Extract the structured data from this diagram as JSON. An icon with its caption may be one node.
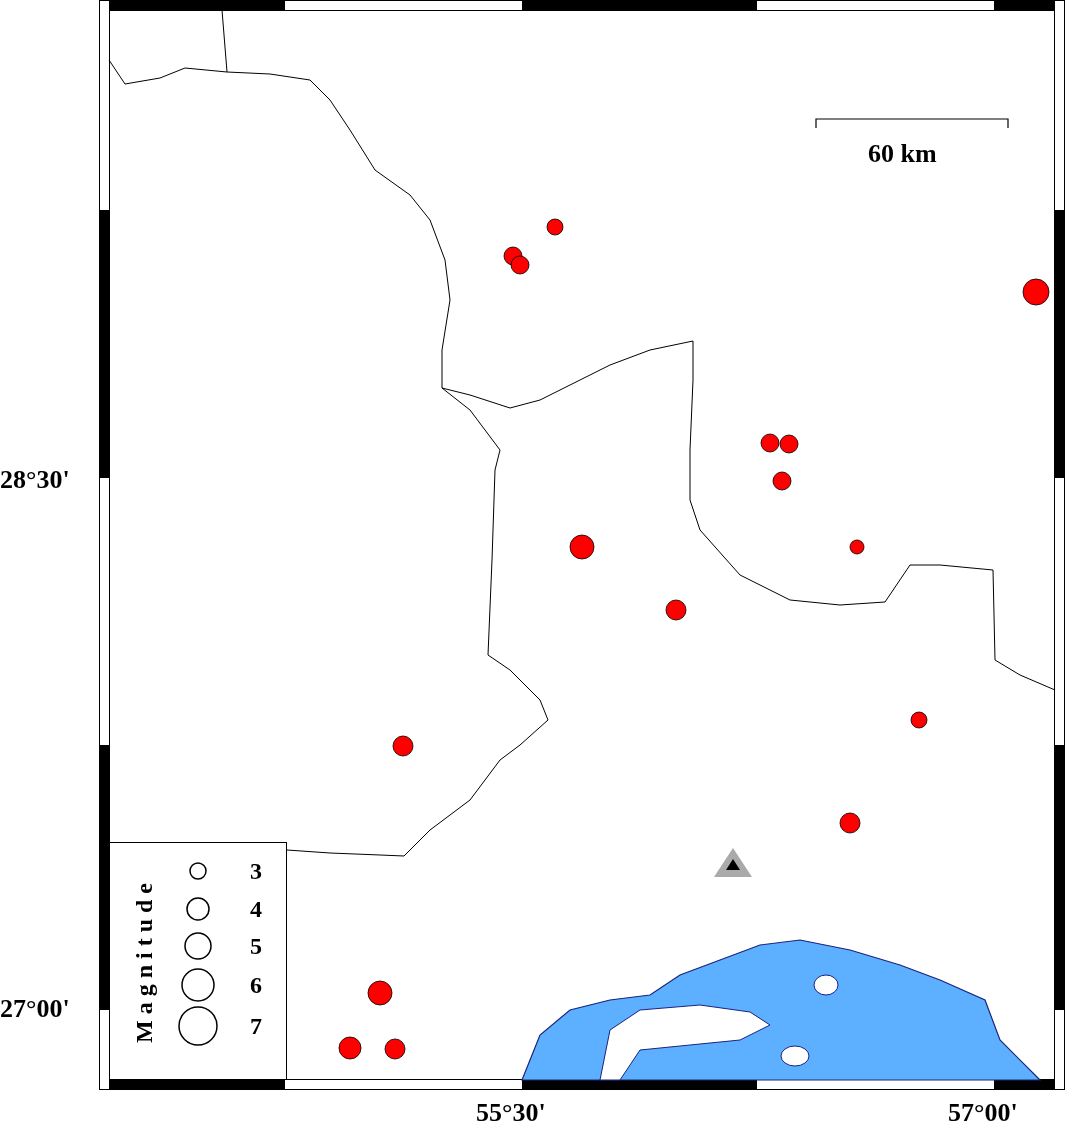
{
  "diagram": {
    "labels": [
      "60 km",
      "28°30'",
      "27°00'",
      "55°30'",
      "57°00'",
      "Magnitude"
    ],
    "legend": [
      {
        "text": "3"
      },
      {
        "text": "4"
      },
      {
        "text": "5"
      },
      {
        "text": "6"
      },
      {
        "text": "7"
      }
    ]
  }
}
